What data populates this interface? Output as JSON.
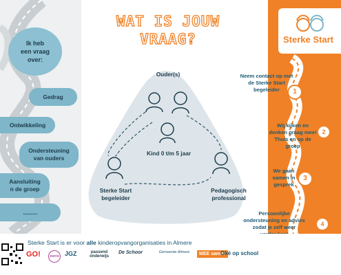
{
  "title": {
    "line1": "WAT IS JOUW",
    "line2": "VRAAG?"
  },
  "left_bubbles": {
    "question": [
      "Ik heb",
      "een vraag",
      "over:"
    ],
    "items": [
      "Gedrag",
      "Ontwikkeling",
      "Ondersteuning\nvan ouders",
      "Aansluiting\nn de groep",
      "........."
    ]
  },
  "triangle": {
    "top": "Ouder(s)",
    "center": "Kind 0 t/m 5 jaar",
    "left": [
      "Sterke Start",
      "begeleider"
    ],
    "right": [
      "Pedagogisch",
      "professional"
    ]
  },
  "logo": {
    "text": "Sterke Start"
  },
  "steps": [
    {
      "number": "1",
      "text": [
        "Neem contact op met",
        "de Sterke Start",
        "begeleider"
      ]
    },
    {
      "number": "2",
      "text": [
        "Wij kijken en",
        "denken graag mee!",
        "Thuis en op de",
        "groep"
      ]
    },
    {
      "number": "3",
      "text": [
        "We gaan",
        "samen in",
        "gesprek"
      ]
    },
    {
      "number": "4",
      "text": [
        "Persoonlijke",
        "ondersteuning en advies",
        "zodat je zelf weer",
        "verder kan!"
      ]
    }
  ],
  "footer": {
    "prefix": "Sterke Start is er voor ",
    "bold": "alle",
    "suffix": " kinderopvangorganisaties in Almere",
    "partners": [
      "GO!",
      "zorro",
      "JGZ",
      "passend onderwijs",
      "De Schoor",
      "Gemeente Almere",
      "MEE samen",
      "Oké op school"
    ]
  },
  "colors": {
    "orange": "#f08126",
    "teal": "#7fb6c9",
    "navy": "#1d3b4a",
    "bluegrey": "#dde5ea"
  }
}
